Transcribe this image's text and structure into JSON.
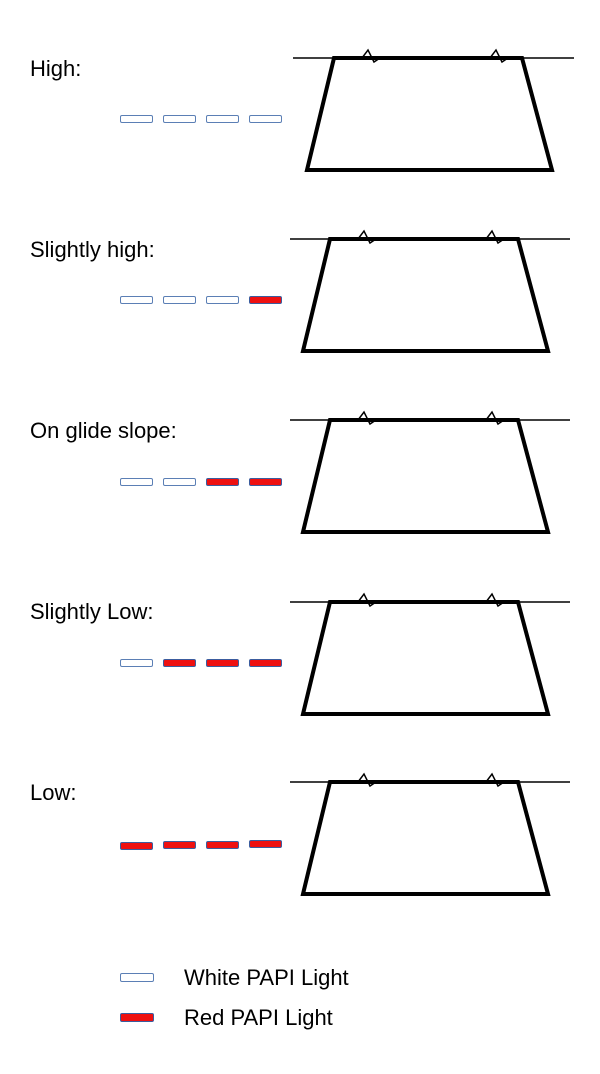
{
  "colors": {
    "white_light_fill": "#ffffff",
    "white_light_border": "#5b7fb5",
    "red_light_fill": "#ee1010",
    "red_light_border": "#3b5c9e",
    "runway_line": "#000000"
  },
  "panels": [
    {
      "label": "High:",
      "lights": [
        "white",
        "white",
        "white",
        "white"
      ]
    },
    {
      "label": "Slightly high:",
      "lights": [
        "white",
        "white",
        "white",
        "red"
      ]
    },
    {
      "label": "On glide slope:",
      "lights": [
        "white",
        "white",
        "red",
        "red"
      ]
    },
    {
      "label": "Slightly Low:",
      "lights": [
        "white",
        "red",
        "red",
        "red"
      ]
    },
    {
      "label": "Low:",
      "lights": [
        "red",
        "red",
        "red",
        "red"
      ]
    }
  ],
  "legend": {
    "white_label": "White PAPI Light",
    "red_label": "Red PAPI Light"
  }
}
